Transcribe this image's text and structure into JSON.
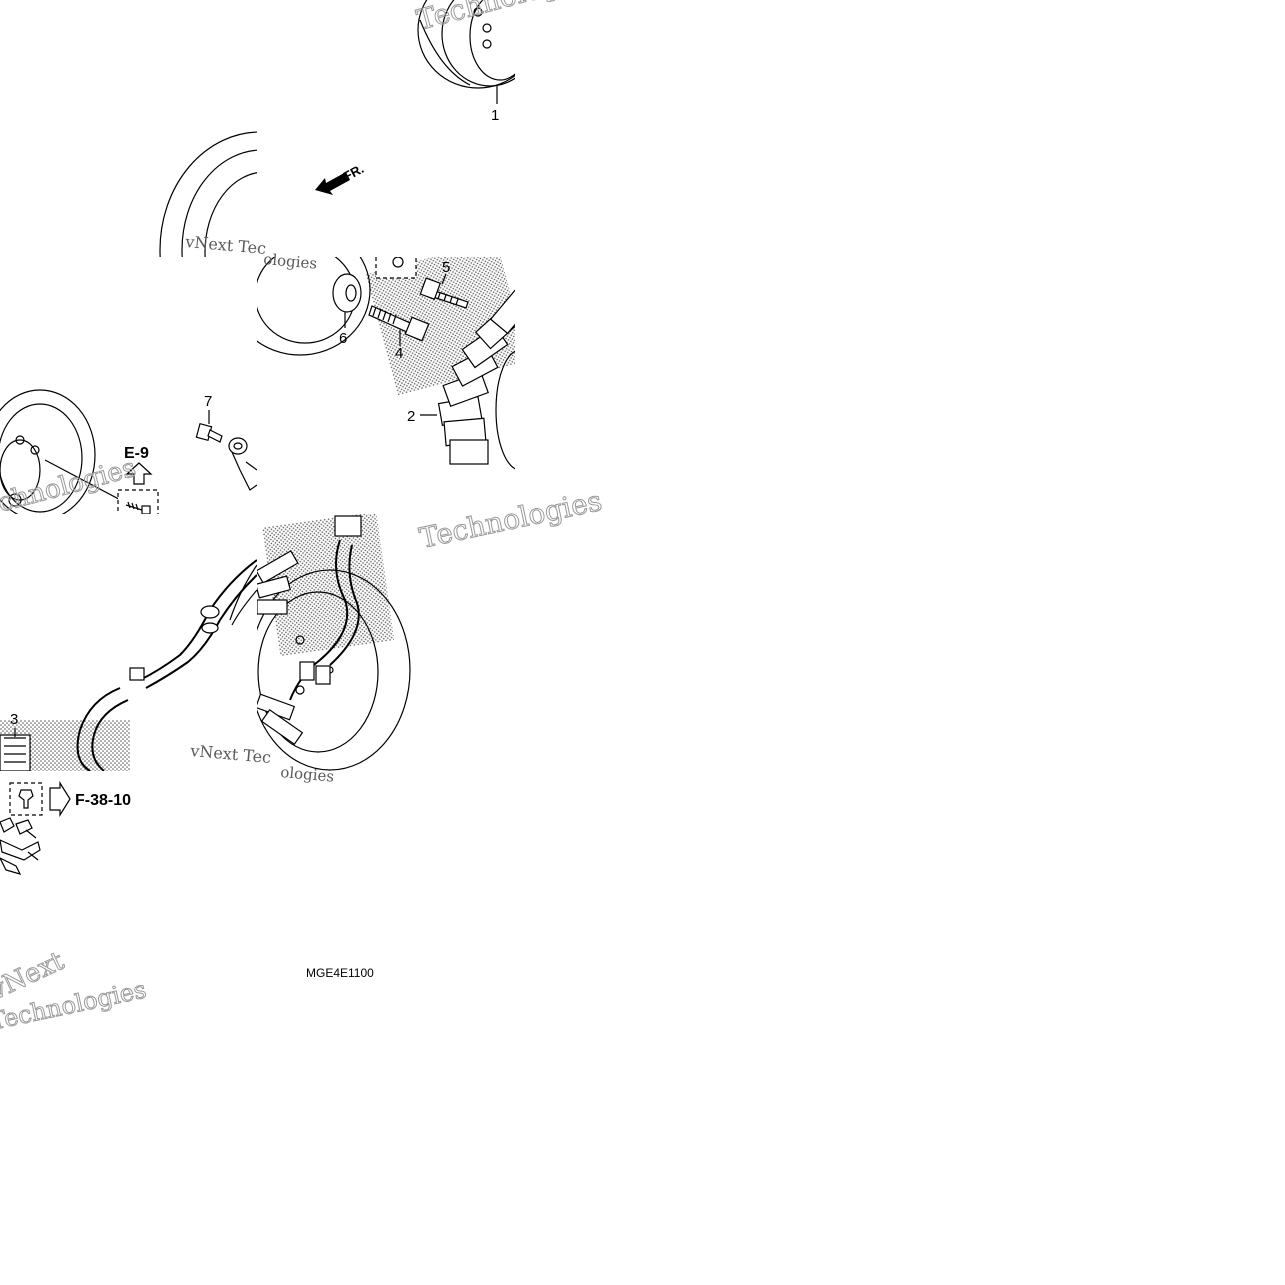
{
  "diagram": {
    "part_labels": [
      "1",
      "2",
      "3",
      "4",
      "5",
      "6",
      "7"
    ],
    "front_indicator": "FR.",
    "references": {
      "e9": "E-9",
      "f3810": "F-38-10"
    },
    "drawing_code": "MGE4E1100",
    "watermark": {
      "brand": "vNext",
      "tech": "Technologies",
      "fragment_tec": "vNext Tec",
      "fragment_logies": "ologies"
    },
    "colors": {
      "line": "#000000",
      "watermark_outline": "#9a9a9a",
      "background": "#ffffff"
    }
  }
}
